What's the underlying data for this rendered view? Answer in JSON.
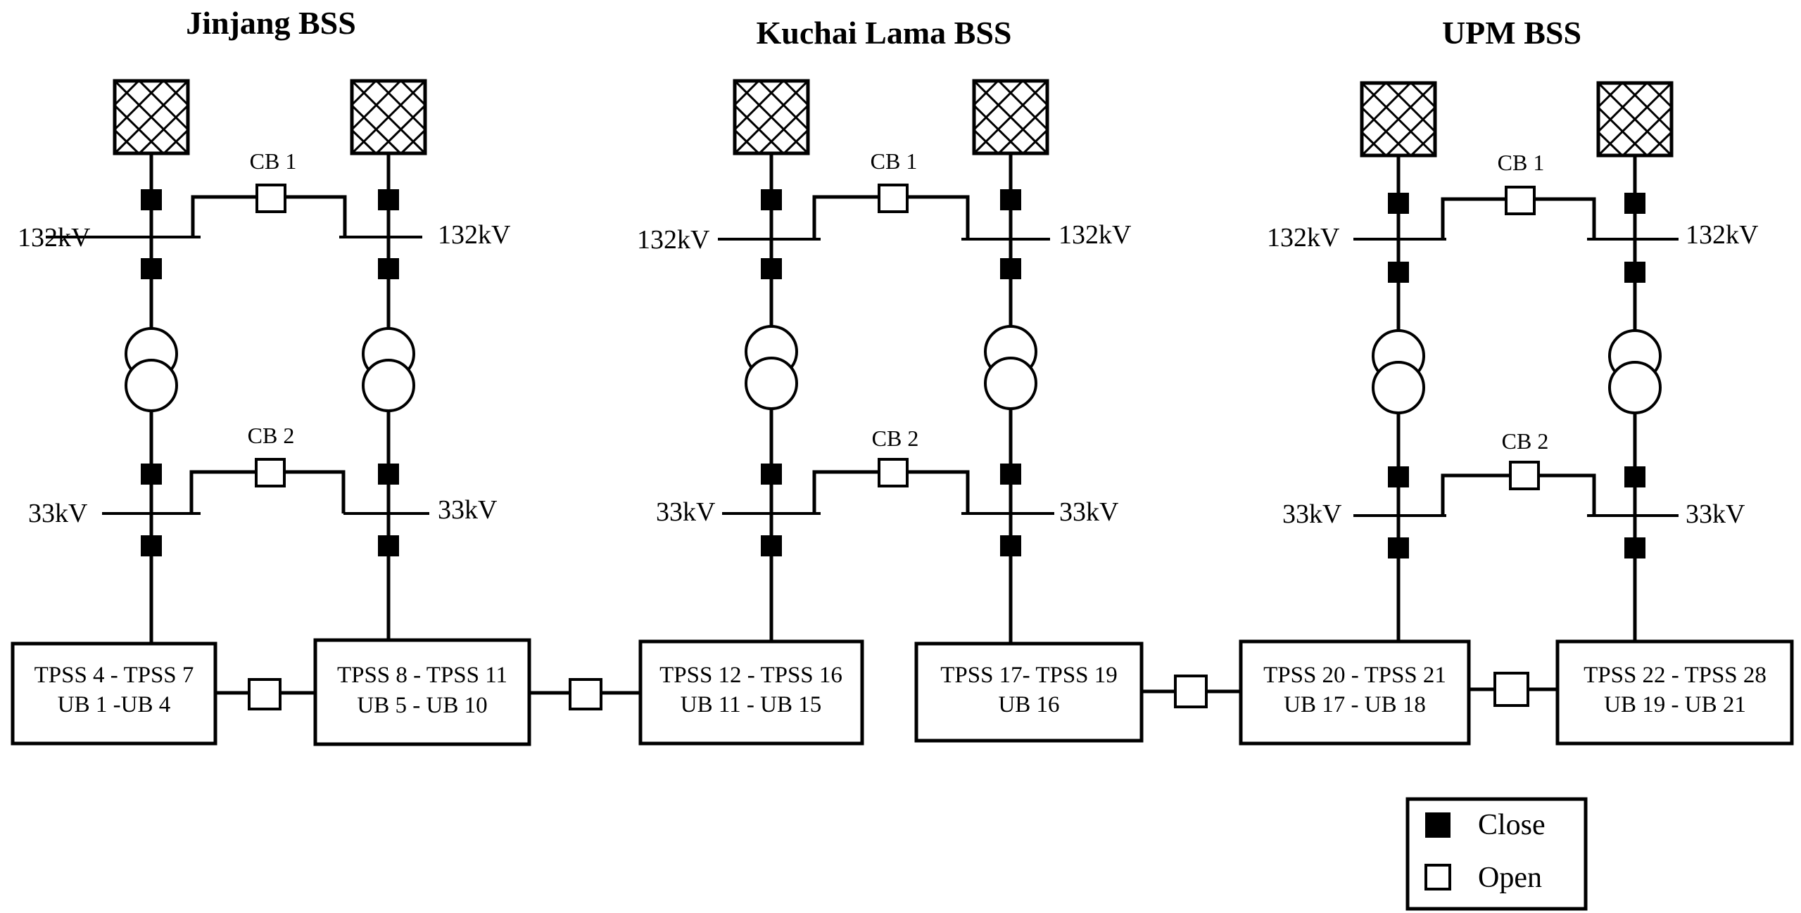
{
  "stations": [
    {
      "title": "Jinjang BSS",
      "hv_left": "132kV",
      "hv_right": "132kV",
      "mv_left": "33kV",
      "mv_right": "33kV",
      "cb_top": "CB 1",
      "cb_bottom": "CB 2"
    },
    {
      "title": "Kuchai Lama BSS",
      "hv_left": "132kV",
      "hv_right": "132kV",
      "mv_left": "33kV",
      "mv_right": "33kV",
      "cb_top": "CB 1",
      "cb_bottom": "CB 2"
    },
    {
      "title": "UPM BSS",
      "hv_left": "132kV",
      "hv_right": "132kV",
      "mv_left": "33kV",
      "mv_right": "33kV",
      "cb_top": "CB 1",
      "cb_bottom": "CB 2"
    }
  ],
  "boxes": [
    {
      "line1": "TPSS 4 - TPSS 7",
      "line2": "UB 1 -UB 4"
    },
    {
      "line1": "TPSS 8 - TPSS 11",
      "line2": "UB 5 - UB 10"
    },
    {
      "line1": "TPSS 12 - TPSS 16",
      "line2": "UB 11 - UB 15"
    },
    {
      "line1": "TPSS 17- TPSS 19",
      "line2": "UB 16"
    },
    {
      "line1": "TPSS 20 - TPSS 21",
      "line2": "UB 17 - UB 18"
    },
    {
      "line1": "TPSS 22 - TPSS 28",
      "line2": "UB 19 - UB 21"
    }
  ],
  "legend": {
    "close_label": "Close",
    "open_label": "Open"
  }
}
